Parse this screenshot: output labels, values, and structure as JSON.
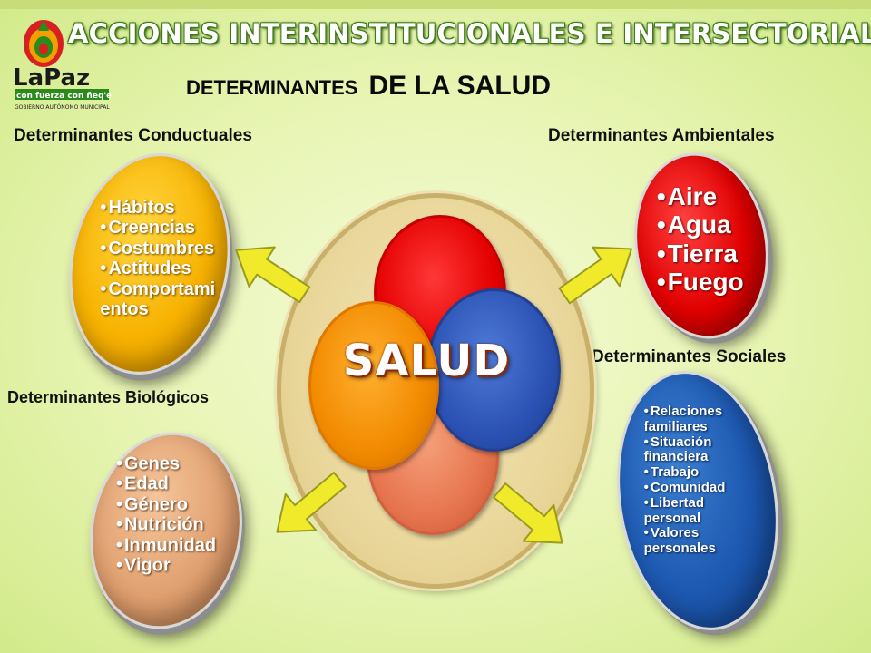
{
  "title": "ACCIONES INTERINSTITUCIONALES  E INTERSECTORIALES",
  "subtitle": {
    "part1": "DETERMINANTES",
    "part2": "DE LA SALUD"
  },
  "logo": {
    "name": "LaPaz",
    "tagline": "con fuerza  con ñeq'e",
    "org": "GOBIERNO AUTÓNOMO MUNICIPAL"
  },
  "center": {
    "label": "SALUD"
  },
  "categories": {
    "conductuales": {
      "label": "Determinantes Conductuales",
      "items": [
        "Hábitos",
        "Creencias",
        "Costumbres",
        "Actitudes",
        "Comportami entos"
      ]
    },
    "ambientales": {
      "label": "Determinantes Ambientales",
      "items": [
        "Aire",
        "Agua",
        "Tierra",
        "Fuego"
      ]
    },
    "sociales": {
      "label": "Determinantes Sociales",
      "items": [
        "Relaciones familiares",
        "Situación financiera",
        "Trabajo",
        "Comunidad",
        "Libertad personal",
        "Valores personales"
      ]
    },
    "biologicos": {
      "label": "Determinantes  Biológicos",
      "items": [
        "Genes",
        "Edad",
        "Género",
        "Nutrición",
        "Inmunidad",
        "Vigor"
      ]
    }
  },
  "colors": {
    "banner_outline": "#3e7a14",
    "conductuales": "#f7b200",
    "ambientales": "#e00000",
    "sociales": "#1d58b0",
    "biologicos": "#e0a070",
    "arrow": "#f0ea2a"
  },
  "icons": [
    "lapaz-logo-icon",
    "arrow-icon"
  ]
}
